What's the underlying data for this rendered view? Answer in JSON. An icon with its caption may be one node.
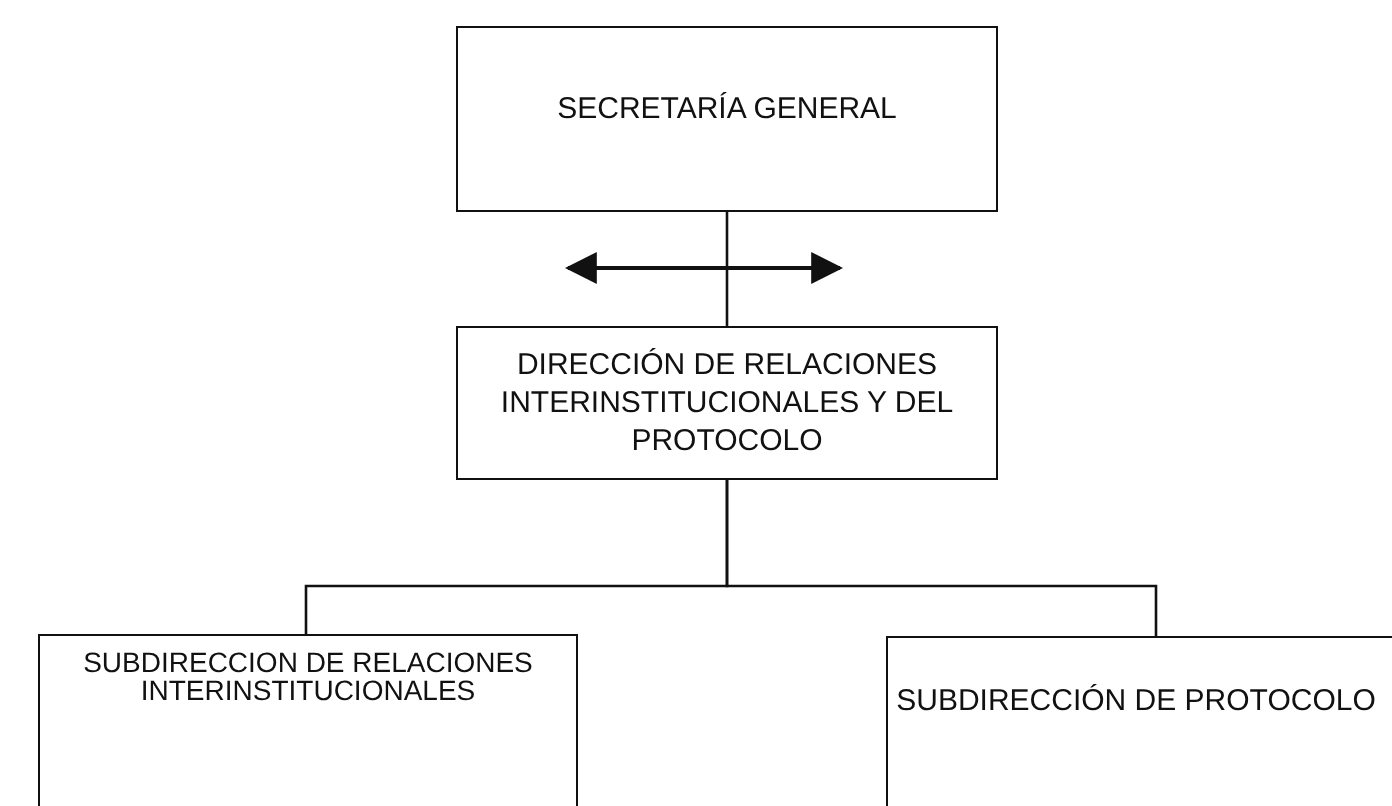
{
  "diagram": {
    "nodes": [
      {
        "text": [
          "SECRETARÍA GENERAL"
        ]
      },
      {
        "text": [
          "DIRECCIÓN DE RELACIONES INTERINSTITUCIONALES Y DEL PROTOCOLO"
        ]
      },
      {
        "text": [
          "SUBDIRECCION DE RELACIONES INTERINSTITUCIONALES"
        ]
      },
      {
        "text": [
          "SUBDIRECCIÓN DE PROTOCOLO"
        ]
      }
    ],
    "edges": [
      {
        "from": 0,
        "to": 1,
        "arrow": "none"
      },
      {
        "from": 1,
        "to": 2,
        "arrow": "none"
      },
      {
        "from": 1,
        "to": 3,
        "arrow": "none"
      }
    ]
  }
}
